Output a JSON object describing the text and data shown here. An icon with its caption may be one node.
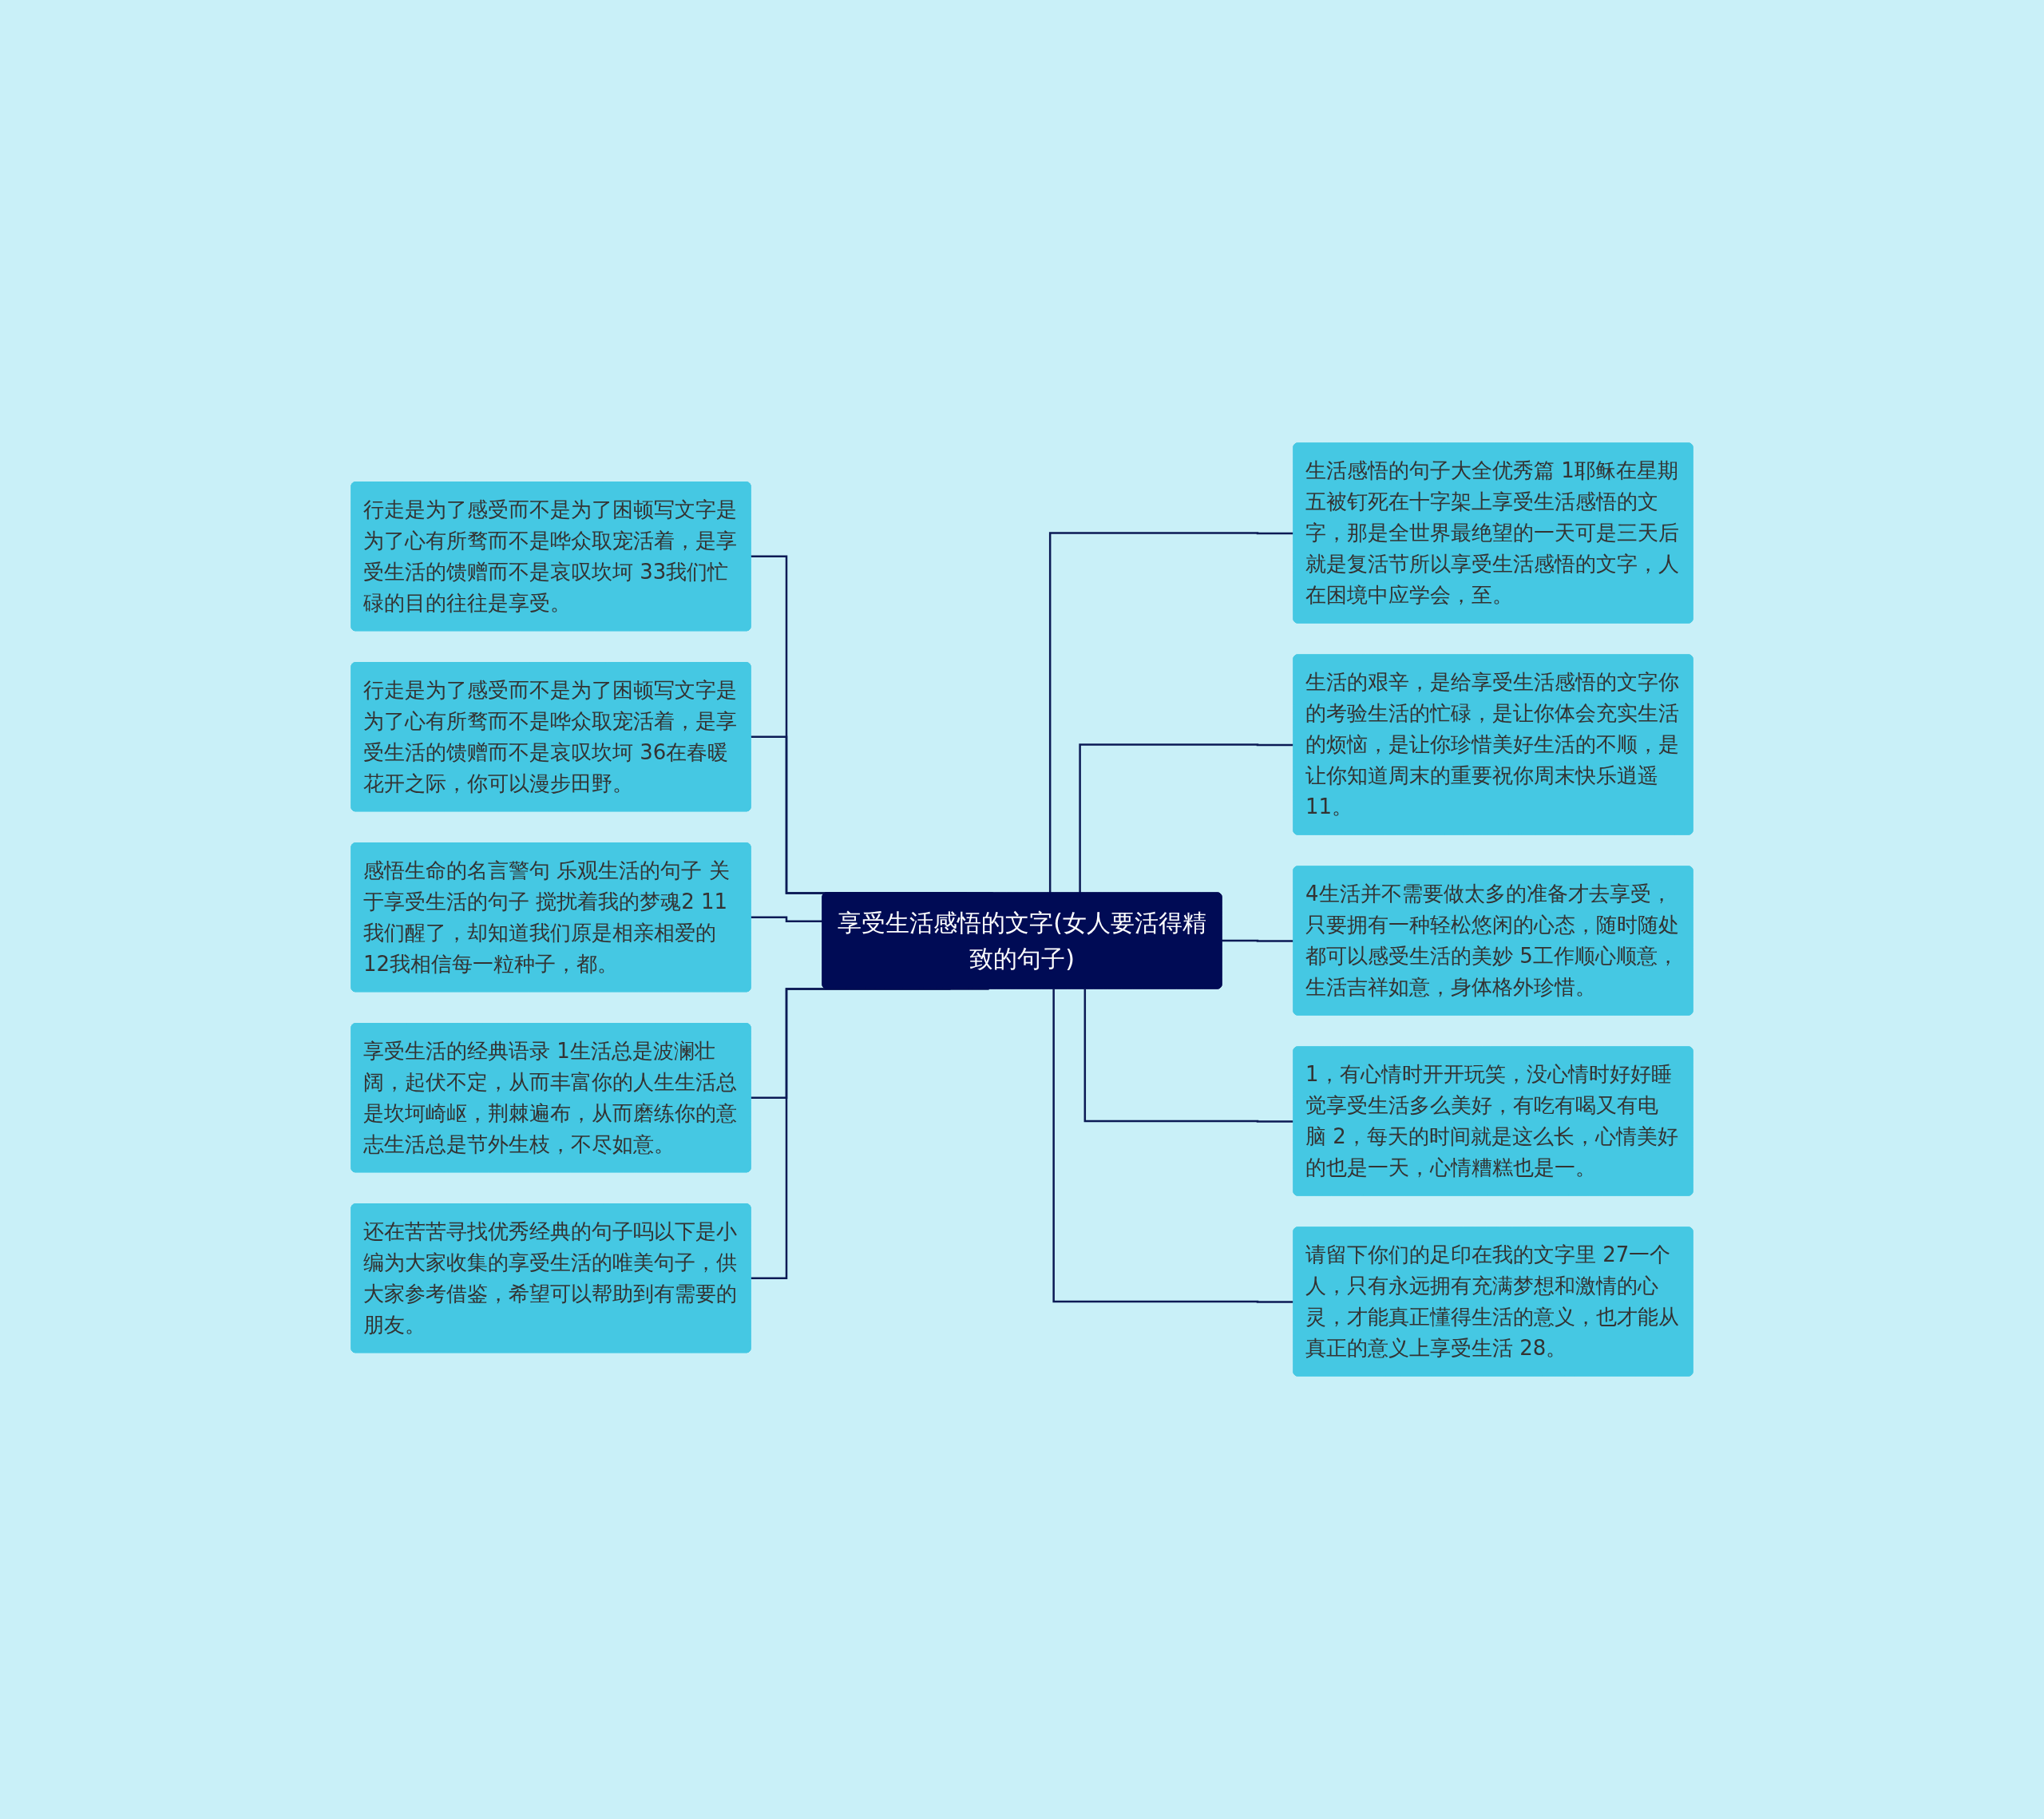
{
  "diagram": {
    "nodes": [
      {
        "text": [
          "享受生活感悟的文字(女人要活得精致的句子)"
        ]
      },
      {
        "text": [
          "行走是为了感受而不是为了困顿写文字是为了心有所骛而不是哗众取宠活着，是享受生活的馈赠而不是哀叹坎坷 33我们忙碌的目的往往是享受。"
        ]
      },
      {
        "text": [
          "行走是为了感受而不是为了困顿写文字是为了心有所骛而不是哗众取宠活着，是享受生活的馈赠而不是哀叹坎坷 36在春暖花开之际，你可以漫步田野。"
        ]
      },
      {
        "text": [
          "感悟生命的名言警句 乐观生活的句子 关于享受生活的句子 搅扰着我的梦魂2 11我们醒了，却知道我们原是相亲相爱的 12我相信每一粒种子，都。"
        ]
      },
      {
        "text": [
          "享受生活的经典语录 1生活总是波澜壮阔，起伏不定，从而丰富你的人生生活总是坎坷崎岖，荆棘遍布，从而磨练你的意志生活总是节外生枝，不尽如意。"
        ]
      },
      {
        "text": [
          "还在苦苦寻找优秀经典的句子吗以下是小编为大家收集的享受生活的唯美句子，供大家参考借鉴，希望可以帮助到有需要的朋友。"
        ]
      },
      {
        "text": [
          "生活感悟的句子大全优秀篇 1耶稣在星期五被钉死在十字架上享受生活感悟的文字，那是全世界最绝望的一天可是三天后就是复活节所以享受生活感悟的文字，人在困境中应学会，至。"
        ]
      },
      {
        "text": [
          "生活的艰辛，是给享受生活感悟的文字你的考验生活的忙碌，是让你体会充实生活的烦恼，是让你珍惜美好生活的不顺，是让你知道周末的重要祝你周末快乐逍遥 11。"
        ]
      },
      {
        "text": [
          "4生活并不需要做太多的准备才去享受，只要拥有一种轻松悠闲的心态，随时随处都可以感受生活的美妙 5工作顺心顺意，生活吉祥如意，身体格外珍惜。"
        ]
      },
      {
        "text": [
          "1，有心情时开开玩笑，没心情时好好睡觉享受生活多么美好，有吃有喝又有电脑 2，每天的时间就是这么长，心情美好的也是一天，心情糟糕也是一。"
        ]
      },
      {
        "text": [
          "请留下你们的足印在我的文字里 27一个人，只有永远拥有充满梦想和激情的心灵，才能真正懂得生活的意义，也才能从真正的意义上享受生活 28。"
        ]
      }
    ],
    "edges": [
      {
        "from": 0,
        "to": 1,
        "arrow": "none"
      },
      {
        "from": 0,
        "to": 2,
        "arrow": "none"
      },
      {
        "from": 0,
        "to": 3,
        "arrow": "none"
      },
      {
        "from": 0,
        "to": 4,
        "arrow": "none"
      },
      {
        "from": 0,
        "to": 5,
        "arrow": "none"
      },
      {
        "from": 0,
        "to": 6,
        "arrow": "none"
      },
      {
        "from": 0,
        "to": 7,
        "arrow": "none"
      },
      {
        "from": 0,
        "to": 8,
        "arrow": "none"
      },
      {
        "from": 0,
        "to": 9,
        "arrow": "none"
      },
      {
        "from": 0,
        "to": 10,
        "arrow": "none"
      }
    ]
  }
}
